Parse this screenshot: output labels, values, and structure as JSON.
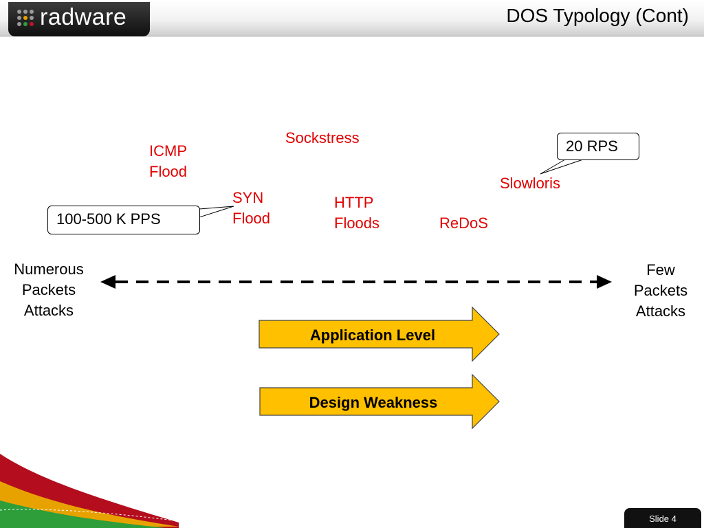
{
  "header": {
    "logo_text": "radware",
    "title": "DOS Typology (Cont)"
  },
  "attacks": {
    "icmp": "ICMP\nFlood",
    "sockstress": "Sockstress",
    "syn": "SYN\nFlood",
    "http": "HTTP\nFloods",
    "redos": "ReDoS",
    "slowloris": "Slowloris"
  },
  "callouts": {
    "pps": "100-500 K PPS",
    "rps": "20 RPS"
  },
  "axis": {
    "left_label": "Numerous\nPackets\nAttacks",
    "right_label": "Few\nPackets\nAttacks"
  },
  "arrows": {
    "application": "Application Level",
    "design": "Design Weakness"
  },
  "footer": {
    "slide_number": "Slide 4"
  },
  "colors": {
    "attack_text": "#e00000",
    "arrow_fill": "#ffc000",
    "header_dark": "#1a1a1a"
  }
}
